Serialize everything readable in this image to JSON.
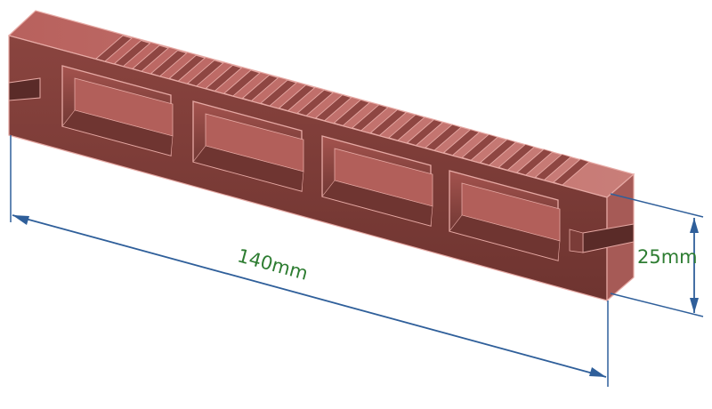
{
  "dimensions": {
    "width_label": "140mm",
    "height_label": "25mm"
  },
  "colors": {
    "board_top": "#c0706e",
    "board_front": "#7a3b37",
    "board_end": "#b56763",
    "board_edge": "#e6a9a4",
    "cavity_dark": "#4d2623",
    "cavity_mid": "#6b332f",
    "dimension_line": "#2f5f9a",
    "dimension_text": "#2e7d32"
  },
  "geometry": {
    "cavity_count": 4,
    "groove_count": 26
  }
}
